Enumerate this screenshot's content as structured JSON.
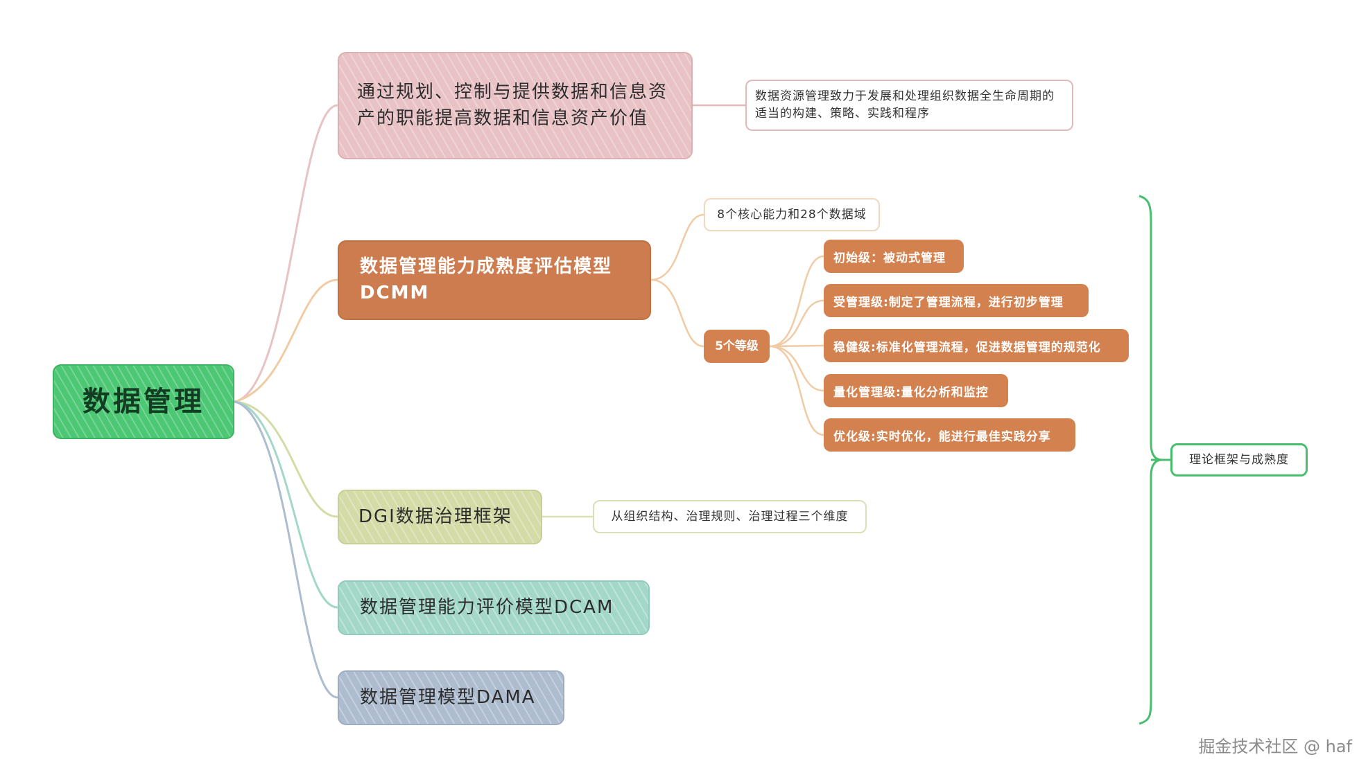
{
  "root": {
    "label": "数据管理"
  },
  "branches": [
    {
      "label": "通过规划、控制与提供数据和信息资产的职能提高数据和信息资产价值",
      "children": [
        {
          "label": "数据资源管理致力于发展和处理组织数据全生命周期的适当的构建、策略、实践和程序"
        }
      ]
    },
    {
      "label": "数据管理能力成熟度评估模型DCMM",
      "children": [
        {
          "label": "8个核心能力和28个数据域"
        },
        {
          "label": "5个等级",
          "children": [
            {
              "label": "初始级：被动式管理"
            },
            {
              "label": "受管理级:制定了管理流程，进行初步管理"
            },
            {
              "label": "稳健级:标准化管理流程，促进数据管理的规范化"
            },
            {
              "label": "量化管理级:量化分析和监控"
            },
            {
              "label": "优化级:实时优化，能进行最佳实践分享"
            }
          ]
        }
      ]
    },
    {
      "label": "DGI数据治理框架",
      "children": [
        {
          "label": "从组织结构、治理规则、治理过程三个维度"
        }
      ]
    },
    {
      "label": "数据管理能力评价模型DCAM"
    },
    {
      "label": "数据管理模型DAMA"
    }
  ],
  "summary": {
    "label": "理论框架与成熟度"
  },
  "watermark": "掘金技术社区 @ haf",
  "colors": {
    "root": "#4cc774",
    "branch_1": "#e8c2c4",
    "branch_2": "#cd7c50",
    "branch_3": "#d4dba7",
    "branch_4": "#a3d8c9",
    "branch_5": "#aebcd0",
    "summary": "#48bf6e"
  }
}
